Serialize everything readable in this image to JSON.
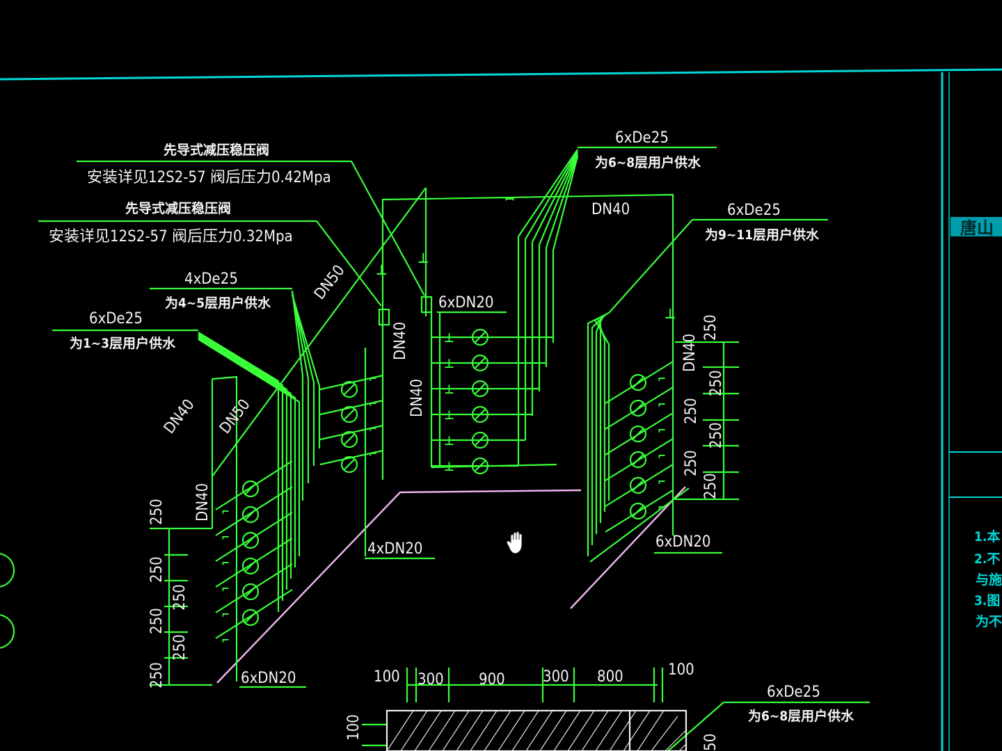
{
  "colors": {
    "background": "#000000",
    "pipe": "#39ff3a",
    "text": "#f4f4f4",
    "frame": "#00d8d8",
    "section_line": "#f2b8f2"
  },
  "labels": {
    "valve_title_1": "先导式减压稳压阀",
    "valve_detail_1": "安装详见12S2-57  阀后压力0.42Mpa",
    "valve_title_2": "先导式减压稳压阀",
    "valve_detail_2": "安装详见12S2-57  阀后压力0.32Mpa",
    "supply_678_size": "6xDe25",
    "supply_678_desc": "为6~8层用户供水",
    "supply_9to11_size": "6xDe25",
    "supply_9to11_desc": "为9~11层用户供水",
    "supply_45_size": "4xDe25",
    "supply_45_desc": "为4~5层用户供水",
    "supply_123_size": "6xDe25",
    "supply_123_desc": "为1~3层用户供水",
    "supply_bottom_size": "6xDe25",
    "supply_bottom_desc": "为6~8层用户供水",
    "pipe_dn40_top": "DN40",
    "pipe_dn50_diag": "DN50",
    "pipe_dn40_v1": "DN40",
    "pipe_dn40_v2": "DN40",
    "pipe_dn40_left": "DN40",
    "pipe_dn50_left": "DN50",
    "pipe_dn40_vleft": "DN40",
    "pipe_dn40_right": "DN40",
    "meter_6dn20_top": "6xDN20",
    "meter_4dn20": "4xDN20",
    "meter_6dn20_right": "6xDN20",
    "meter_6dn20_left": "6xDN20",
    "dim_250": "250",
    "dim_100a": "100",
    "dim_300a": "300",
    "dim_900": "900",
    "dim_300b": "300",
    "dim_800": "800",
    "dim_100b": "100",
    "dim_100v": "100",
    "dim_50": "50",
    "side_note_1": "1.本",
    "side_note_2": "2.不",
    "side_note_2b": "与施",
    "side_note_3": "3.图",
    "side_note_3b": "为不",
    "logo_text": "唐山"
  },
  "icons": {
    "cursor": "hand-pan-icon",
    "meter": "water-meter-icon",
    "valve": "gate-valve-icon"
  }
}
